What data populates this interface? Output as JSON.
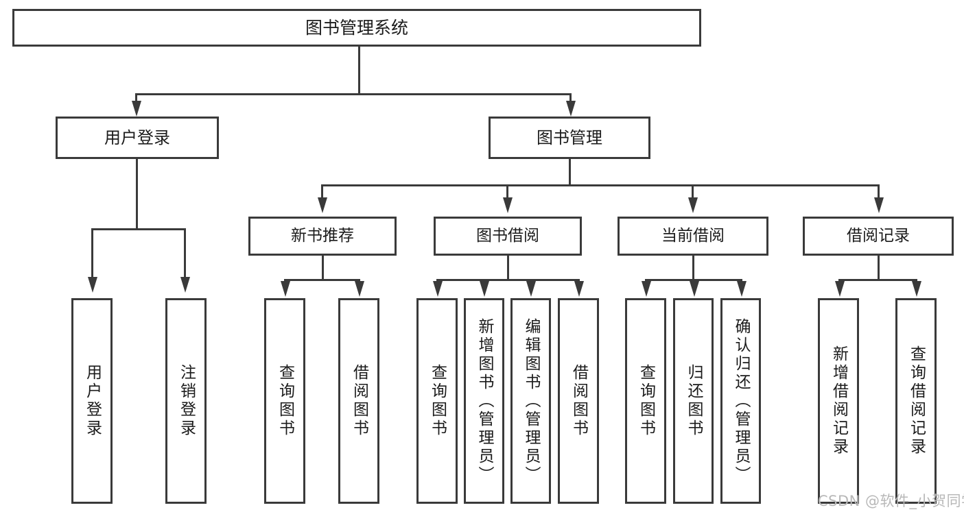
{
  "diagram": {
    "title": "图书管理系统",
    "type": "tree-hierarchy-chart",
    "watermark": "CSDN @软件_小贺同学",
    "colors": {
      "box_border": "#3a3a3a",
      "box_fill": "#ffffff",
      "connector": "#3a3a3a",
      "text": "#1b1b1b",
      "watermark": "#b8b8b8",
      "background": "#ffffff"
    },
    "root": {
      "label": "图书管理系统"
    },
    "level2": [
      {
        "label": "用户登录"
      },
      {
        "label": "图书管理"
      }
    ],
    "level3": [
      {
        "label": "新书推荐"
      },
      {
        "label": "图书借阅"
      },
      {
        "label": "当前借阅"
      },
      {
        "label": "借阅记录"
      }
    ],
    "leaves": {
      "user_login": [
        {
          "label": "用户登录"
        },
        {
          "label": "注销登录"
        }
      ],
      "new_book_recommend": [
        {
          "label": "查询图书"
        },
        {
          "label": "借阅图书"
        }
      ],
      "book_borrow": [
        {
          "label": "查询图书"
        },
        {
          "label": "新增图书（管理员）"
        },
        {
          "label": "编辑图书（管理员）"
        },
        {
          "label": "借阅图书"
        }
      ],
      "current_borrow": [
        {
          "label": "查询图书"
        },
        {
          "label": "归还图书"
        },
        {
          "label": "确认归还（管理员）"
        }
      ],
      "borrow_record": [
        {
          "label": "新增借阅记录"
        },
        {
          "label": "查询借阅记录"
        }
      ]
    }
  }
}
